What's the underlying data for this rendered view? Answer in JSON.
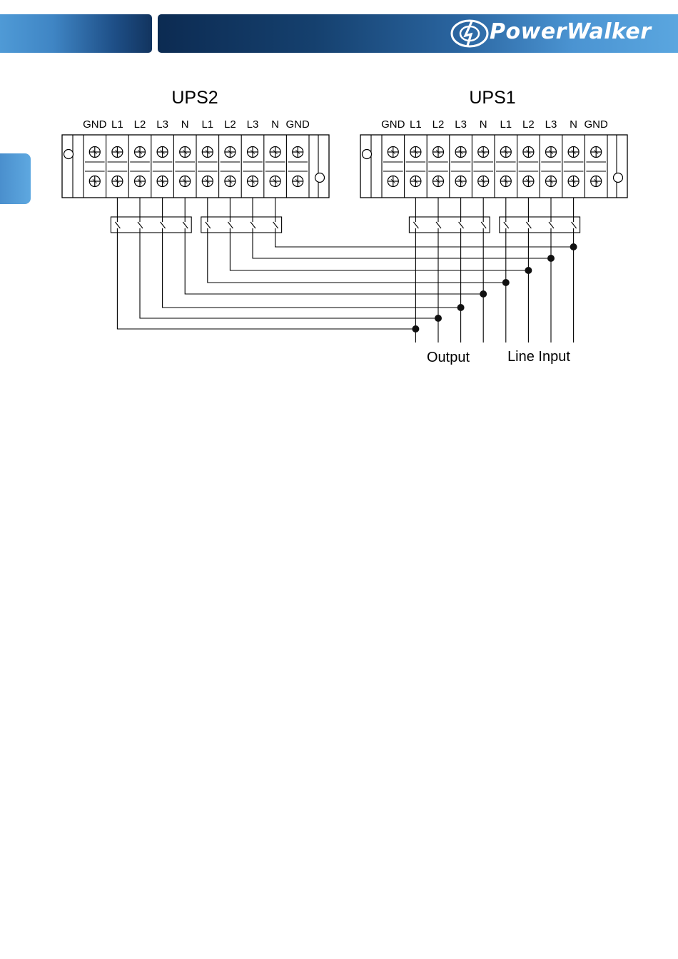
{
  "brand": {
    "name": "PowerWalker",
    "colors": {
      "header_dark": "#12345f",
      "header_light": "#5aa6df",
      "tab": "#4a8fcd"
    }
  },
  "diagram": {
    "ups2_title": "UPS2",
    "ups1_title": "UPS1",
    "terminal_labels": [
      "GND",
      "L1",
      "L2",
      "L3",
      "N",
      "L1",
      "L2",
      "L3",
      "N",
      "GND"
    ],
    "output_label": "Output",
    "line_input_label": "Line Input"
  }
}
